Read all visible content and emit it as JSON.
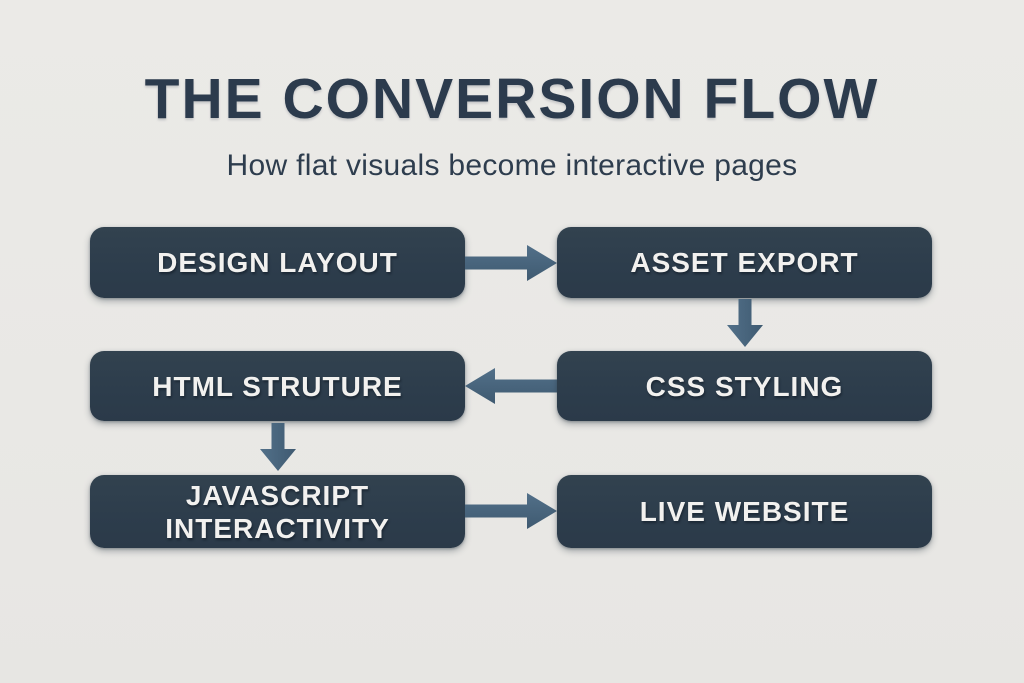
{
  "header": {
    "title": "THE CONVERSION FLOW",
    "subtitle": "How flat visuals become interactive pages"
  },
  "flow": {
    "nodes": [
      {
        "id": "design-layout",
        "label": "DESIGN LAYOUT",
        "row": 1,
        "column": "left"
      },
      {
        "id": "asset-export",
        "label": "ASSET EXPORT",
        "row": 1,
        "column": "right"
      },
      {
        "id": "html-structure",
        "label": "HTML STRUTURE",
        "row": 2,
        "column": "left"
      },
      {
        "id": "css-styling",
        "label": "CSS STYLING",
        "row": 2,
        "column": "right"
      },
      {
        "id": "javascript-interactivity",
        "label": "JAVASCRIPT INTERACTIVITY",
        "row": 3,
        "column": "left"
      },
      {
        "id": "live-website",
        "label": "LIVE WEBSITE",
        "row": 3,
        "column": "right"
      }
    ],
    "edges": [
      {
        "from": "DESIGN LAYOUT",
        "to": "ASSET EXPORT",
        "direction": "right"
      },
      {
        "from": "ASSET EXPORT",
        "to": "CSS STYLING",
        "direction": "down"
      },
      {
        "from": "CSS STYLING",
        "to": "HTML STRUTURE",
        "direction": "left"
      },
      {
        "from": "HTML STRUTURE",
        "to": "JAVASCRIPT INTERACTIVITY",
        "direction": "down"
      },
      {
        "from": "JAVASCRIPT INTERACTIVITY",
        "to": "LIVE WEBSITE",
        "direction": "right"
      }
    ]
  },
  "colors": {
    "background": "#eae9e6",
    "node_fill": "#2e3e4e",
    "node_text": "#f2f1ef",
    "arrow_light": "#527089",
    "arrow_dark": "#3f5a71",
    "title_text": "#2c3b4d"
  }
}
